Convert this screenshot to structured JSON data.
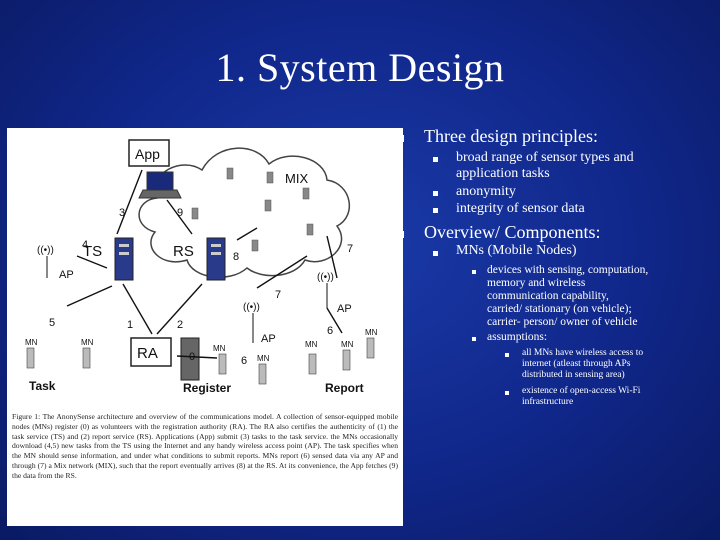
{
  "slide": {
    "title": "1. System Design",
    "colors": {
      "background": "#10278a",
      "text": "#ffffff"
    }
  },
  "figure": {
    "nodes": {
      "app": "App",
      "mix": "MIX",
      "ts": "TS",
      "rs": "RS",
      "ra": "RA",
      "ap_left": "AP",
      "ap_mid": "AP",
      "ap_right": "AP",
      "mn_labels": [
        "MN",
        "MN",
        "MN",
        "MN",
        "MN",
        "MN",
        "MN"
      ]
    },
    "edge_labels": [
      "3",
      "9",
      "4",
      "8",
      "7",
      "5",
      "1",
      "2",
      "0",
      "6",
      "7",
      "6"
    ],
    "section_labels": {
      "task": "Task",
      "register": "Register",
      "report": "Report"
    },
    "caption": "Figure 1: The AnonySense architecture and overview of the communications model. A collection of sensor-equipped mobile nodes (MNs) register (0) as volunteers with the registration authority (RA). The RA also certifies the authenticity of (1) the task service (TS) and (2) report service (RS). Applications (App) submit (3) tasks to the task service. the MNs occasionally download (4,5) new tasks from the TS using the Internet and any handy wireless access point (AP). The task specifies when the MN should sense information, and under what conditions to submit reports. MNs report (6) sensed data via any AP and through (7) a Mix network (MIX), such that the report eventually arrives (8) at the RS. At its convenience, the App fetches (9) the data from the RS."
  },
  "content": {
    "principles": {
      "heading": "Three design principles:",
      "items": [
        "broad range of sensor types and",
        "application tasks",
        "anonymity",
        "integrity of sensor data"
      ]
    },
    "overview": {
      "heading": "Overview/ Components:",
      "mns": {
        "label": "MNs (Mobile Nodes)",
        "devices": [
          "devices with sensing, computation,",
          "memory and wireless",
          "communication capability,",
          "carried/ stationary (on vehicle);",
          "carrier- person/ owner of vehicle"
        ],
        "assumptions_label": "assumptions:",
        "assumption_1": [
          "all MNs have wireless access to",
          "internet (atleast through APs",
          "distributed in sensing area)"
        ],
        "assumption_2": [
          "existence of open-access Wi-Fi",
          "infrastructure"
        ]
      }
    }
  }
}
